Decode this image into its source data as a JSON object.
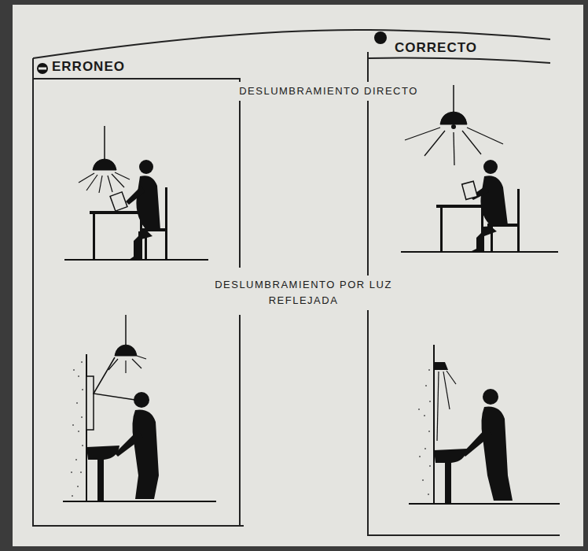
{
  "diagram": {
    "nodes": [
      {
        "text": [
          "ERRONEO"
        ]
      },
      {
        "text": [
          "CORRECTO"
        ]
      }
    ],
    "labels": [
      "DESLUMBRAMIENTO DIRECTO",
      "DESLUMBRAMIENTO POR LUZ REFLEJADA"
    ]
  }
}
